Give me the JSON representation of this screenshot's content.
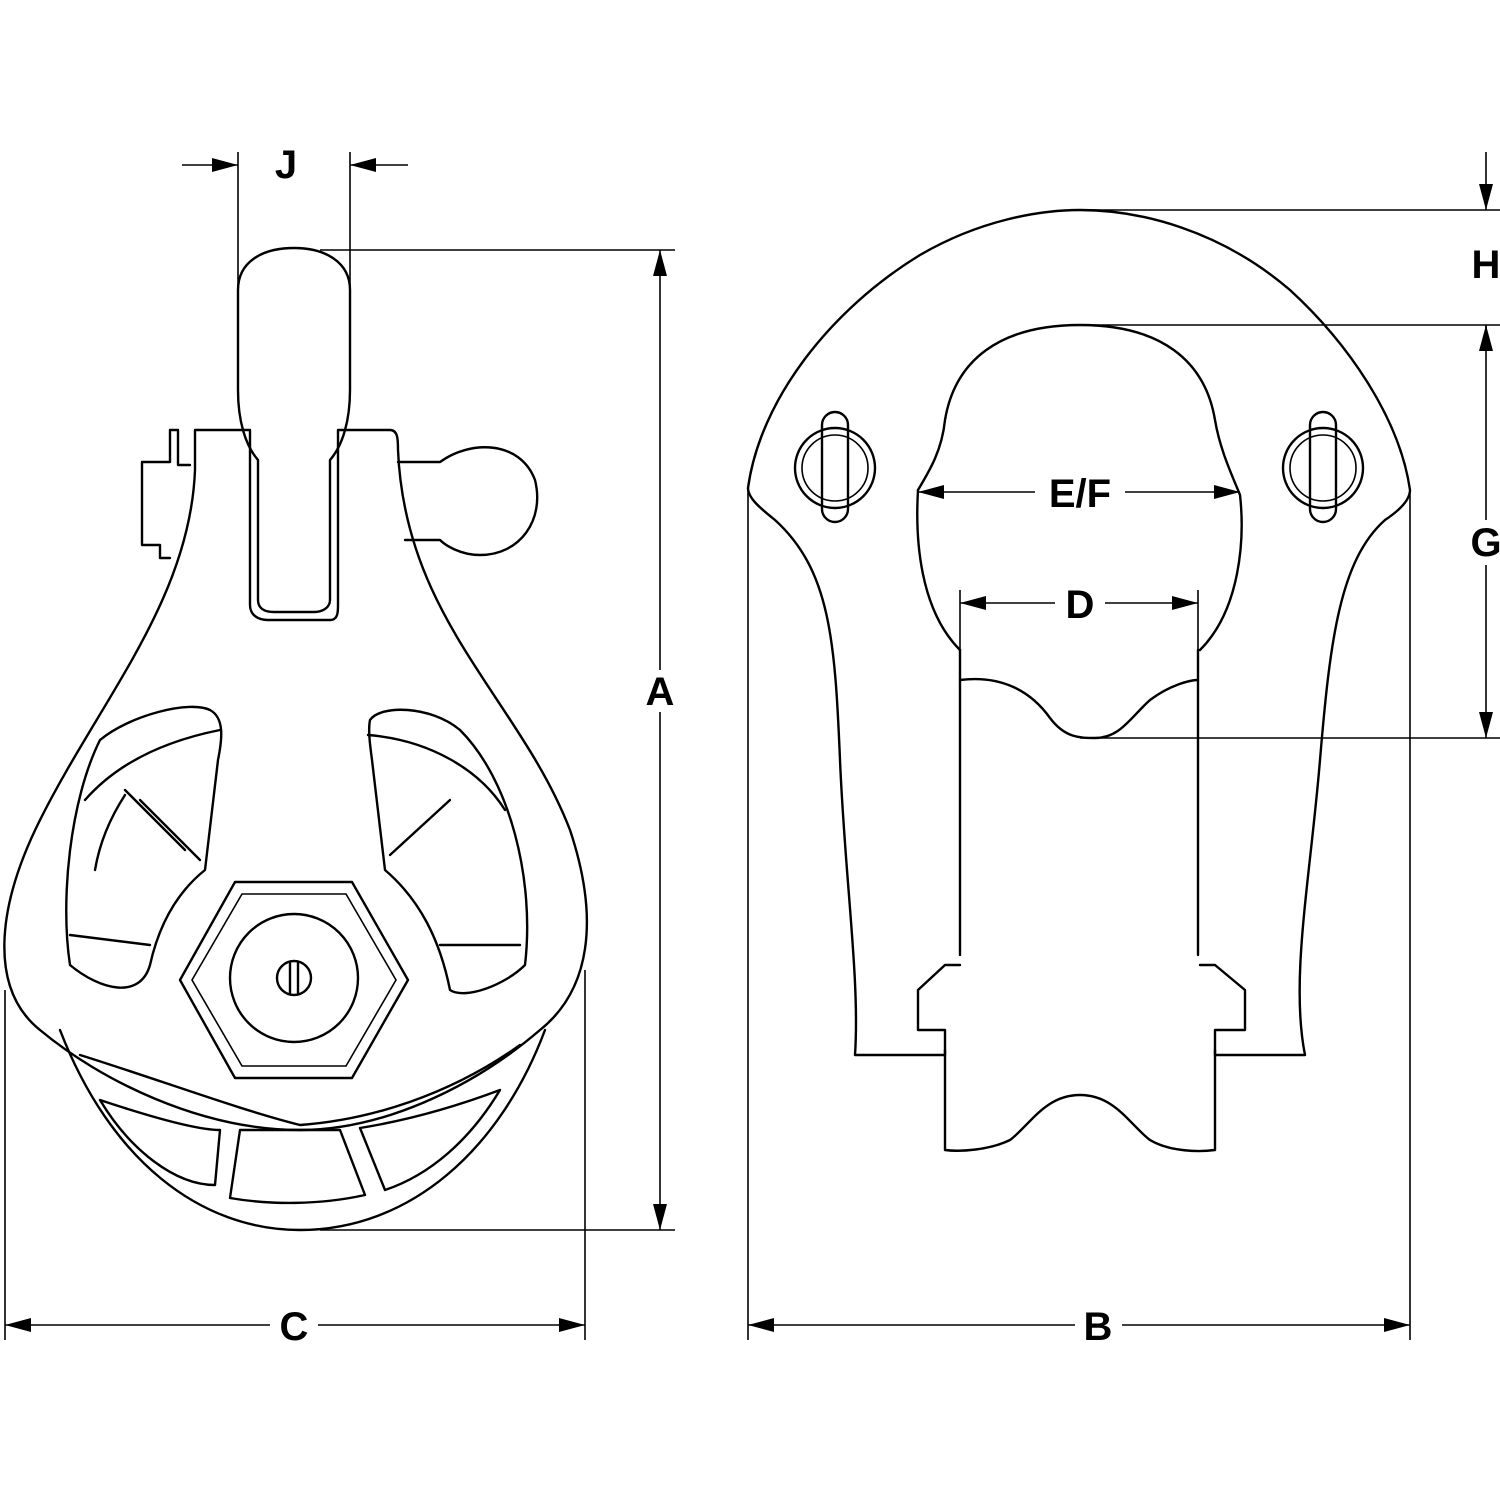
{
  "labels": {
    "J": "J",
    "A": "A",
    "C": "C",
    "B": "B",
    "H": "H",
    "G": "G",
    "EF": "E/F",
    "D": "D"
  },
  "colors": {
    "stroke": "#000000",
    "background": "#ffffff"
  }
}
